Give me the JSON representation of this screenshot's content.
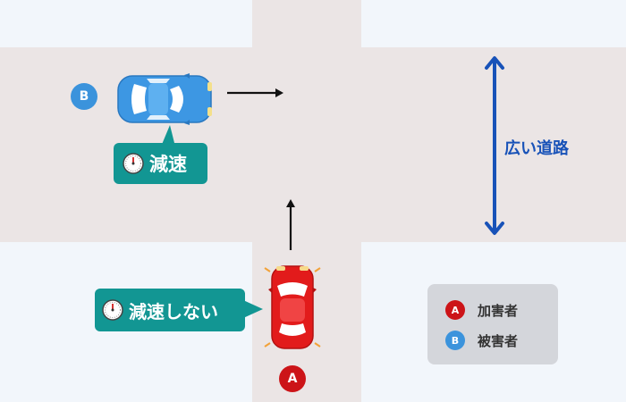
{
  "labels": {
    "car_b_action": "減速",
    "car_a_action": "減速しない",
    "wide_road": "広い道路"
  },
  "badges": {
    "car_a": "A",
    "car_b": "B"
  },
  "legend": {
    "items": [
      {
        "badge": "A",
        "text": "加害者",
        "color": "#cc1418"
      },
      {
        "badge": "B",
        "text": "被害者",
        "color": "#3b93dc"
      }
    ]
  },
  "colors": {
    "car_a": "#e21b1b",
    "car_b": "#3d97e3",
    "bubble": "#129693",
    "road": "#ebe5e5",
    "background": "#f2f6fb",
    "wide_road_arrow": "#1852b8"
  }
}
